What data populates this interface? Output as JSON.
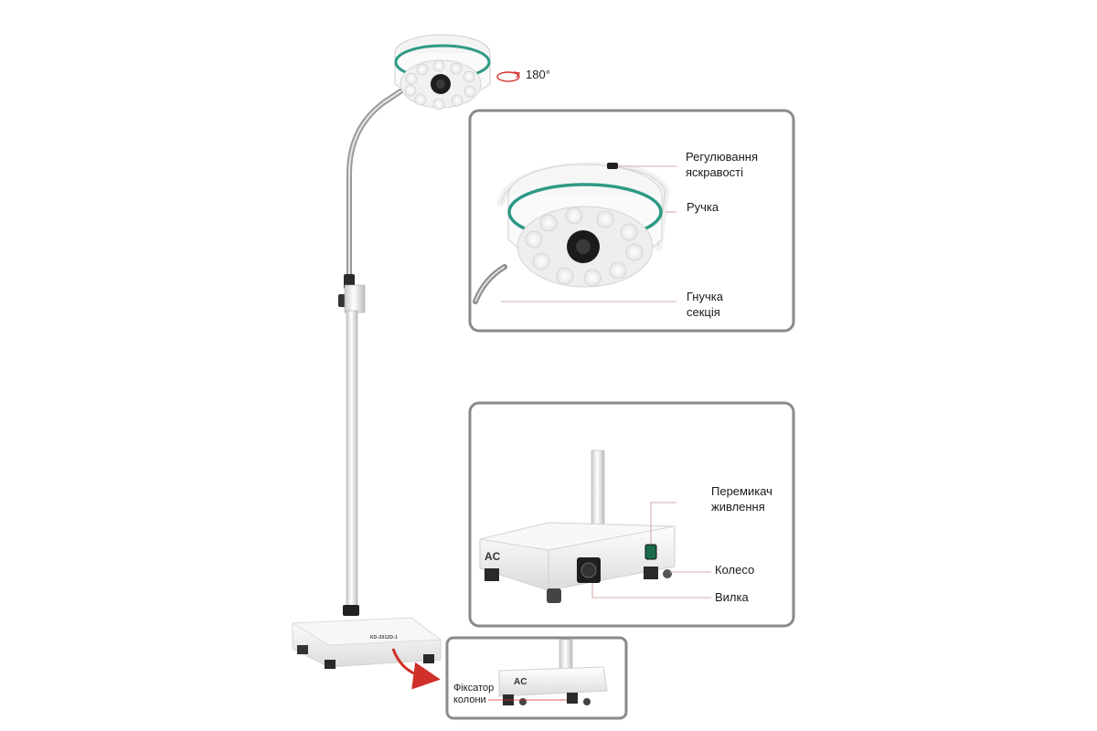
{
  "rotation": {
    "label": "180°"
  },
  "model_text": "KD-2012D-1",
  "head_detail": {
    "labels": [
      {
        "id": "brightness",
        "lines": [
          "Регулювання",
          "яскравості"
        ]
      },
      {
        "id": "handle",
        "lines": [
          "Ручка"
        ]
      },
      {
        "id": "flexible",
        "lines": [
          "Гнучка",
          "секція"
        ]
      }
    ]
  },
  "base_detail": {
    "ac_label": "AC",
    "labels": [
      {
        "id": "power",
        "lines": [
          "Перемикач",
          "живлення"
        ]
      },
      {
        "id": "wheel",
        "lines": [
          "Колесо"
        ]
      },
      {
        "id": "plug",
        "lines": [
          "Вилка"
        ]
      }
    ]
  },
  "lock_detail": {
    "ac_label": "AC",
    "labels": [
      {
        "id": "lock",
        "lines": [
          "Фіксатор",
          "колони"
        ]
      }
    ]
  },
  "colors": {
    "frame": "#8a8a8a",
    "accent_green": "#2e9a86",
    "arrow_red": "#d0302a",
    "leader": "#c89090"
  }
}
